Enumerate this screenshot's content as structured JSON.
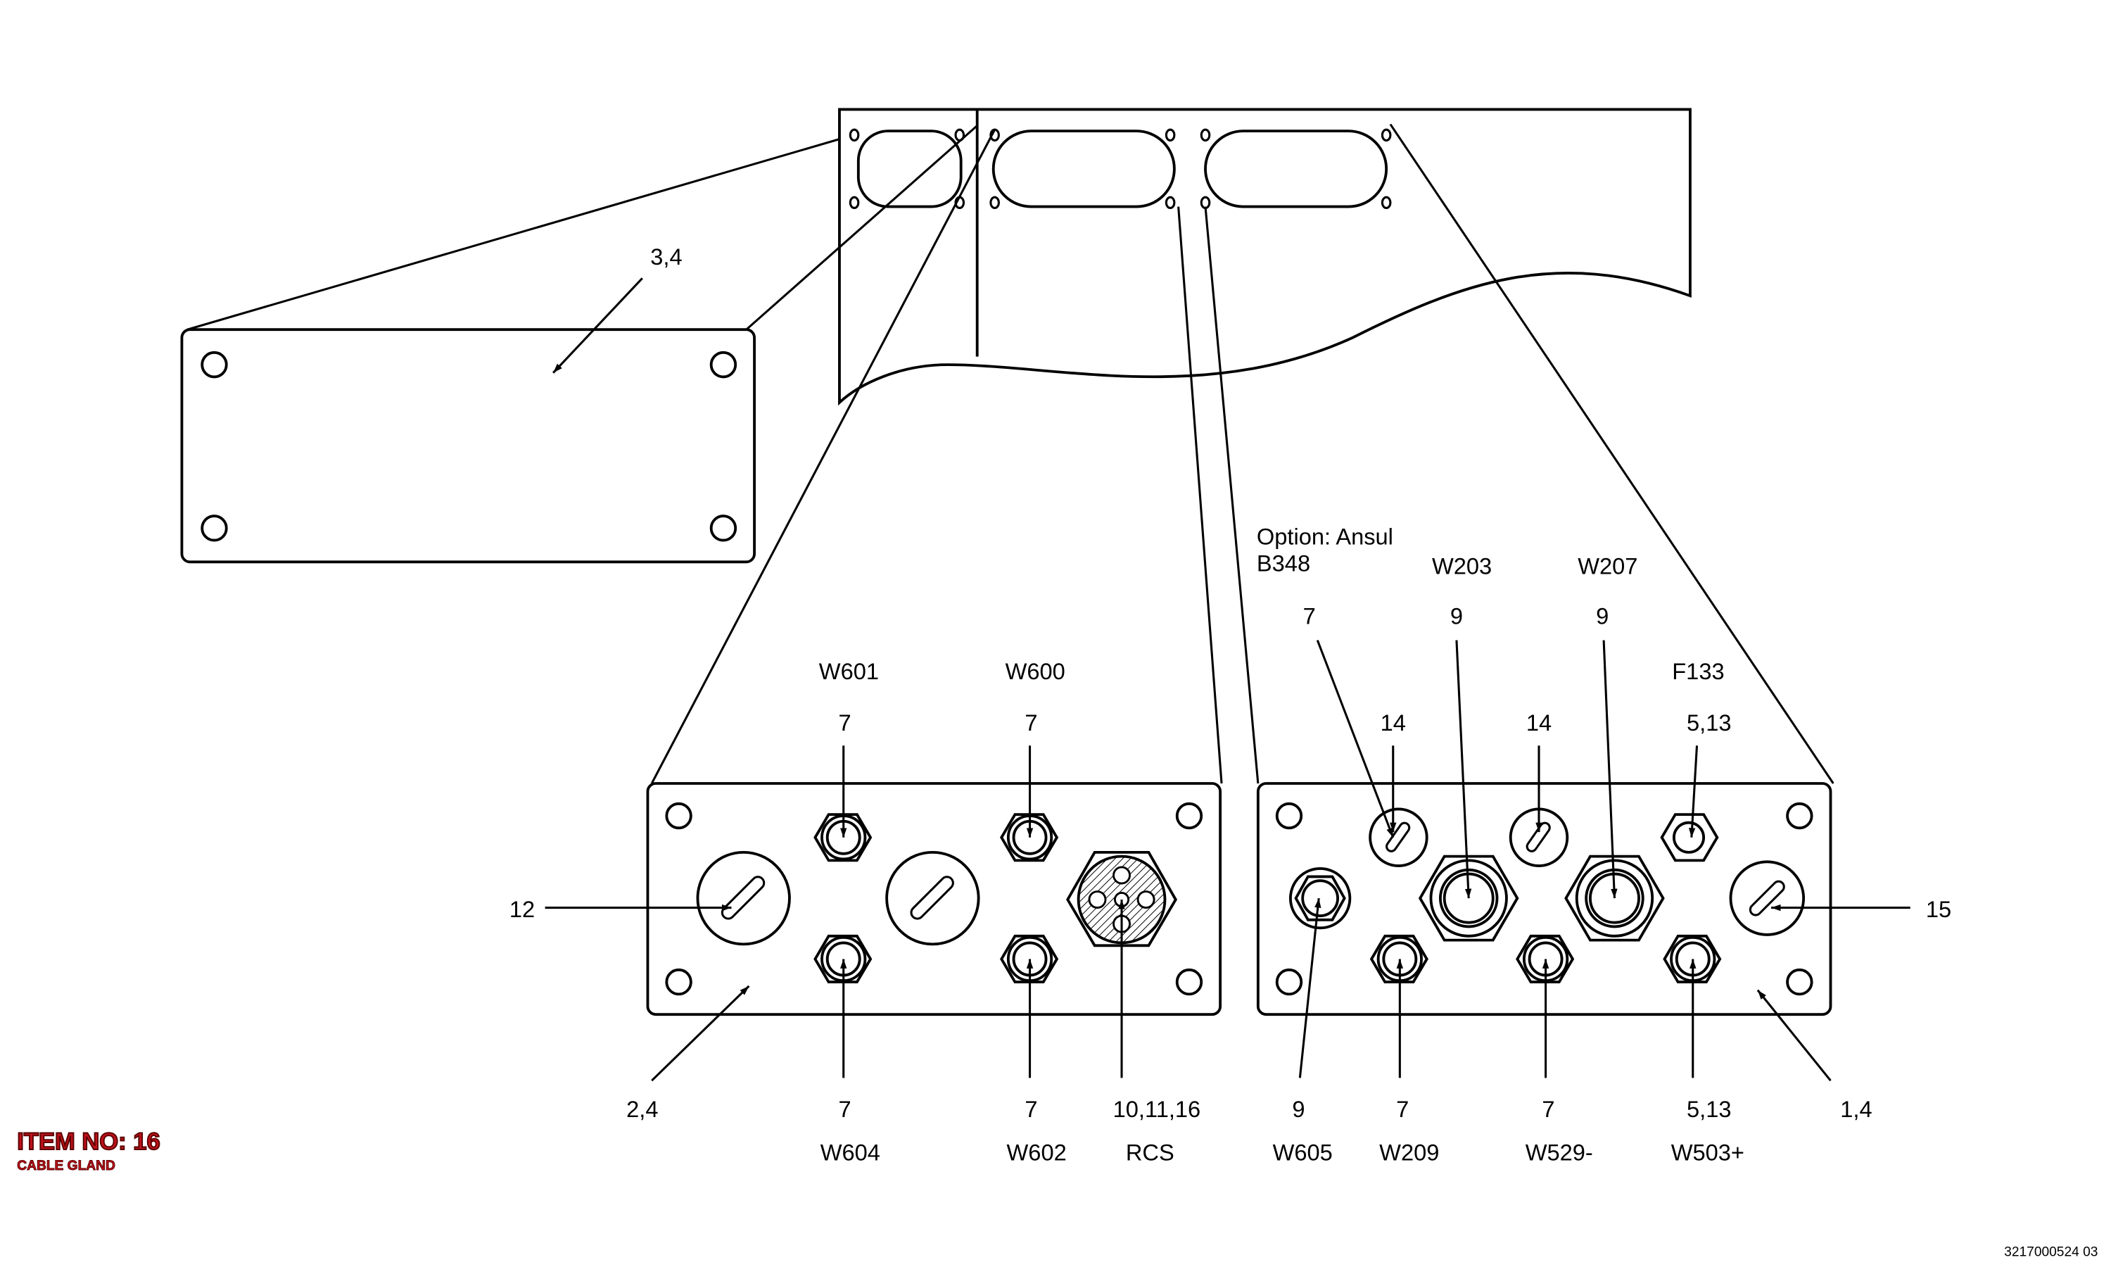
{
  "colors": {
    "line": "#000000",
    "item_tag": "#c0111b"
  },
  "top_view": {
    "callout": "3,4"
  },
  "left_panel": {
    "top": {
      "w601": "W601",
      "w601_qty": "7",
      "w600": "W600",
      "w600_qty": "7"
    },
    "side": {
      "left": "12"
    },
    "bottom": {
      "panel_ref": "2,4",
      "w604_qty": "7",
      "w604": "W604",
      "w602_qty": "7",
      "w602": "W602",
      "rcs_qty": "10,11,16",
      "rcs": "RCS"
    }
  },
  "right_panel": {
    "option_line1": "Option: Ansul",
    "option_line2": "B348",
    "w203": "W203",
    "w207": "W207",
    "row2": {
      "ansul_qty": "7",
      "w203_qty": "9",
      "w207_qty": "9"
    },
    "f133": "F133",
    "row3": {
      "a": "14",
      "b": "14",
      "c": "5,13"
    },
    "side": {
      "right": "15"
    },
    "bottom": {
      "w605_qty": "9",
      "w605": "W605",
      "w209_qty": "7",
      "w209": "W209",
      "w529_qty": "7",
      "w529": "W529-",
      "w503_qty": "5,13",
      "w503": "W503+",
      "panel_ref": "1,4"
    }
  },
  "title_block": {
    "item_no": "ITEM NO: 16",
    "item_desc": "CABLE GLAND"
  },
  "doc_number": "3217000524 03"
}
